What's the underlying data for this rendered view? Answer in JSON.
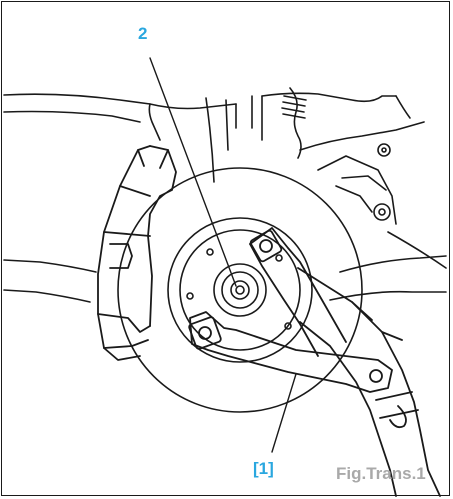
{
  "callouts": {
    "part_2": "2",
    "tool_1": "[1]"
  },
  "caption": "Fig.Trans.1",
  "colors": {
    "callout": "#2aa7df",
    "caption": "#a9a9a9",
    "line": "#1a1a1a"
  },
  "icons": [
    "brake-disc",
    "brake-caliper",
    "hub-nut",
    "holding-tool-bar",
    "wrench-extension"
  ]
}
